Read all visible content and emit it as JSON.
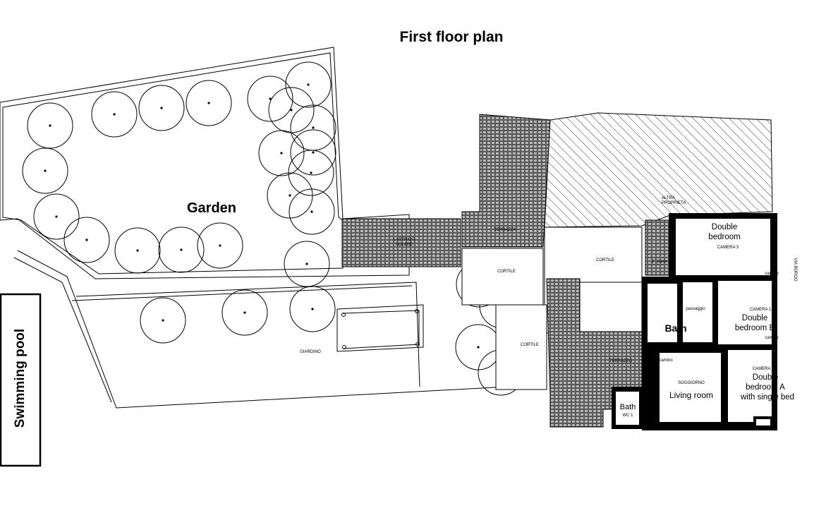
{
  "title": "First floor plan",
  "labels": {
    "garden": "Garden",
    "swimming_pool": "Swimming pool",
    "lastrico_solare": "LASTRICO\nSOLARE",
    "terrazza": "TERRAZZA",
    "cortile_main": "CORTILE",
    "cortile_small": "CORTILE",
    "cortile_narrow": "CORTILE",
    "giardino": "GIARDINO",
    "altra_proprieta": "ALTRA\nPROPRIETA'",
    "via": "VIA BORGO",
    "terrazzo": "TERRAZZO",
    "primo_piano": "1° piano"
  },
  "rooms": {
    "camera3": {
      "en": "Double\nbedroom",
      "it": "CAMERA 3"
    },
    "camera1": {
      "en": "Double\nbedroom B",
      "it": "CAMERA 1"
    },
    "camera2": {
      "en": "Double\nbedroom A\nwith single bed",
      "it": "CAMERA 2"
    },
    "soggiorno": {
      "en": "Living room",
      "it": "SOGGIORNO"
    },
    "bath": {
      "en": "Bath"
    },
    "wc": {
      "en": "Bath",
      "it": "WC 1"
    },
    "passaggio": {
      "it": "passaggio"
    },
    "camino1": {
      "it": "camino"
    },
    "camino2": {
      "it": "camino"
    },
    "camino3": {
      "it": "camino"
    }
  },
  "colors": {
    "ink": "#000000",
    "paper": "#ffffff",
    "hatch": "#333333"
  }
}
